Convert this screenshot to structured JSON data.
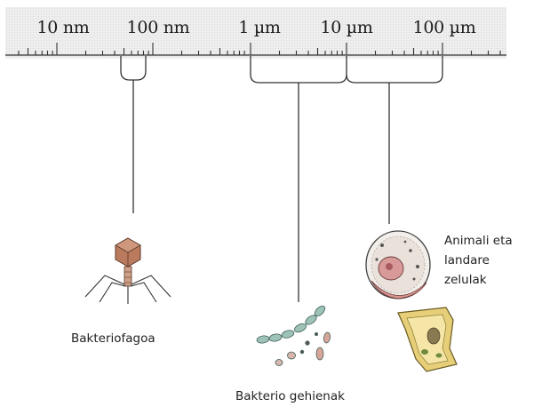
{
  "scale": {
    "tick_labels": [
      "10 nm",
      "100 nm",
      "1 µm",
      "10 µm",
      "100 µm"
    ]
  },
  "organisms": {
    "bacteriophage": "Bakteriofagoa",
    "bacteria": "Bakterio gehienak",
    "cells": "Animali eta landare zelulak"
  }
}
